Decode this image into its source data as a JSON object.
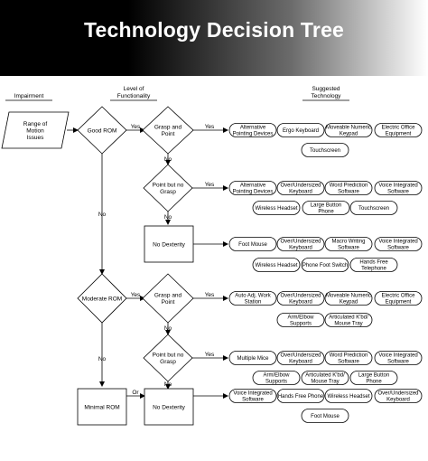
{
  "title": "Technology Decision Tree",
  "headers": {
    "impairment": "Impairment",
    "functionality": [
      "Level of",
      "Functionality"
    ],
    "technology": [
      "Suggested",
      "Technology"
    ]
  },
  "start": [
    "Range of",
    "Motion",
    "Issues"
  ],
  "decisions": {
    "good_rom": "Good ROM",
    "moderate_rom": "Moderate ROM",
    "grasp_point_1": [
      "Grasp and",
      "Point"
    ],
    "point_no_grasp_1": [
      "Point but no",
      "Grasp"
    ],
    "grasp_point_2": [
      "Grasp and",
      "Point"
    ],
    "point_no_grasp_2": [
      "Point but no",
      "Grasp"
    ]
  },
  "boxes": {
    "no_dexterity_1": "No Dexterity",
    "minimal_rom": "Minimal ROM",
    "no_dexterity_2": "No Dexterity"
  },
  "edge_labels": {
    "yes": "Yes",
    "no": "No",
    "or": "Or"
  },
  "technologies": {
    "t1": {
      "a": [
        "Alternative",
        "Pointing Devices"
      ],
      "b": [
        "Ergo Keyboard"
      ],
      "c": [
        "Moveable Numeric",
        "Keypad"
      ],
      "d": [
        "Electric Office",
        "Equipment"
      ],
      "e": [
        "Touchscreen"
      ]
    },
    "t2": {
      "a": [
        "Alternative",
        "Pointing Devices"
      ],
      "b": [
        "Over/Undersized",
        "Keyboard"
      ],
      "c": [
        "Word Prediction",
        "Software"
      ],
      "d": [
        "Voice Integrated",
        "Software"
      ],
      "e": [
        "Wireless Headset"
      ],
      "f": [
        "Large Button",
        "Phone"
      ],
      "g": [
        "Touchscreen"
      ]
    },
    "t3": {
      "a": [
        "Foot Mouse"
      ],
      "b": [
        "Over/Undersized",
        "Keyboard"
      ],
      "c": [
        "Macro Writing",
        "Software"
      ],
      "d": [
        "Voice Integrated",
        "Software"
      ],
      "e": [
        "Wireless Headset"
      ],
      "f": [
        "Phone Foot Switch"
      ],
      "g": [
        "Hands Free",
        "Telephone"
      ]
    },
    "t4": {
      "a": [
        "Auto Adj. Work",
        "Station"
      ],
      "b": [
        "Over/Undersized",
        "Keyboard"
      ],
      "c": [
        "Moveable Numeric",
        "Keypad"
      ],
      "d": [
        "Electric Office",
        "Equipment"
      ],
      "e": [
        "Arm/Elbow",
        "Supports"
      ],
      "f": [
        "Articulated K'bd/",
        "Mouse Tray"
      ]
    },
    "t5": {
      "a": [
        "Multiple Mice"
      ],
      "b": [
        "Over/Undersized",
        "Keyboard"
      ],
      "c": [
        "Word Prediction",
        "Software"
      ],
      "d": [
        "Voice Integrated",
        "Software"
      ],
      "e": [
        "Arm/Elbow",
        "Supports"
      ],
      "f": [
        "Articulated K'bd/",
        "Mouse Tray"
      ],
      "g": [
        "Large Button",
        "Phone"
      ]
    },
    "t6": {
      "a": [
        "Voice Integrated",
        "Software"
      ],
      "b": [
        "Hands Free Phone"
      ],
      "c": [
        "Wireless Headset"
      ],
      "d": [
        "Over/Undersized",
        "Keyboard"
      ],
      "e": [
        "Foot Mouse"
      ]
    }
  }
}
